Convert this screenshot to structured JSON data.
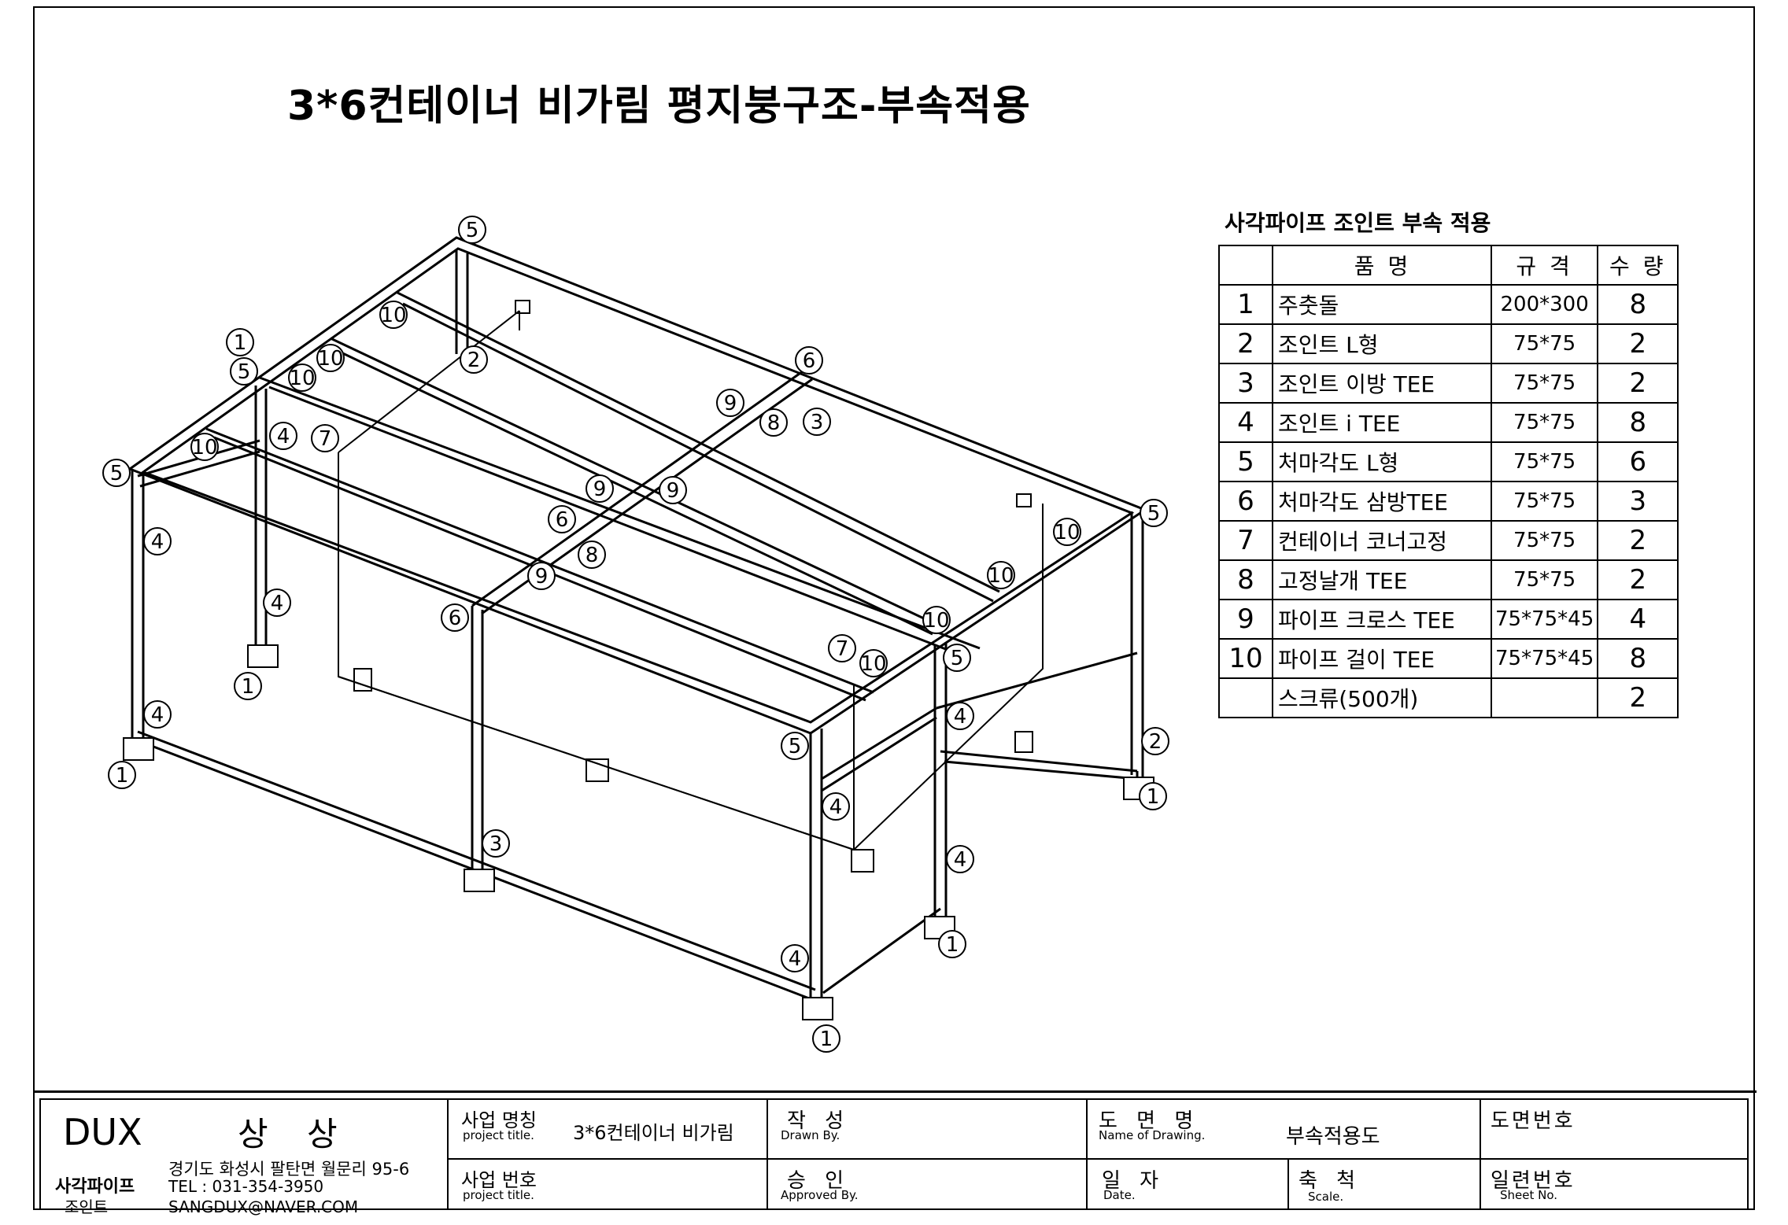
{
  "title": "3*6컨테이너 비가림 평지붕구조-부속적용",
  "parts_table": {
    "title": "사각파이프 조인트 부속 적용",
    "headers": {
      "name": "품   명",
      "spec": "규  격",
      "qty": "수 량"
    },
    "rows": [
      {
        "no": "1",
        "name": "주춧돌",
        "spec": "200*300",
        "qty": "8"
      },
      {
        "no": "2",
        "name": "조인트 L형",
        "spec": "75*75",
        "qty": "2"
      },
      {
        "no": "3",
        "name": "조인트 이방 TEE",
        "spec": "75*75",
        "qty": "2"
      },
      {
        "no": "4",
        "name": "조인트 i TEE",
        "spec": "75*75",
        "qty": "8"
      },
      {
        "no": "5",
        "name": "처마각도 L형",
        "spec": "75*75",
        "qty": "6"
      },
      {
        "no": "6",
        "name": "처마각도 삼방TEE",
        "spec": "75*75",
        "qty": "3"
      },
      {
        "no": "7",
        "name": "컨테이너 코너고정",
        "spec": "75*75",
        "qty": "2"
      },
      {
        "no": "8",
        "name": "고정날개 TEE",
        "spec": "75*75",
        "qty": "2"
      },
      {
        "no": "9",
        "name": "파이프 크로스 TEE",
        "spec": "75*75*45",
        "qty": "4"
      },
      {
        "no": "10",
        "name": "파이프 걸이 TEE",
        "spec": "75*75*45",
        "qty": "8"
      },
      {
        "no": "",
        "name": "스크류(500개)",
        "spec": "",
        "qty": "2"
      }
    ]
  },
  "callout_labels": [
    "1",
    "2",
    "3",
    "4",
    "5",
    "6",
    "7",
    "8",
    "9",
    "10"
  ],
  "title_block": {
    "company": "DUX",
    "company_korean": "상 상",
    "product_line_1": "사각파이프",
    "product_line_2": "조인트",
    "address": "경기도 화성시 팔탄면 월문리 95-6",
    "phone": "TEL : 031-354-3950",
    "email": "SANGDUX@NAVER.COM",
    "project_name_label": "사업 명칭",
    "project_name_en": "project title.",
    "project_name_value": "3*6컨테이너 비가림",
    "project_no_label": "사업 번호",
    "project_no_en": "project title.",
    "drawn_label": "작 성",
    "drawn_en": "Drawn By.",
    "approved_label": "승 인",
    "approved_en": "Approved By.",
    "drawing_name_label": "도 면 명",
    "drawing_name_en": "Name of Drawing.",
    "drawing_name_value": "부속적용도",
    "date_label": "일 자",
    "date_en": "Date.",
    "scale_label": "축 척",
    "scale_en": "Scale.",
    "drawing_no_label": "도면번호",
    "sheet_no_label": "일련번호",
    "sheet_no_en": "Sheet No."
  }
}
